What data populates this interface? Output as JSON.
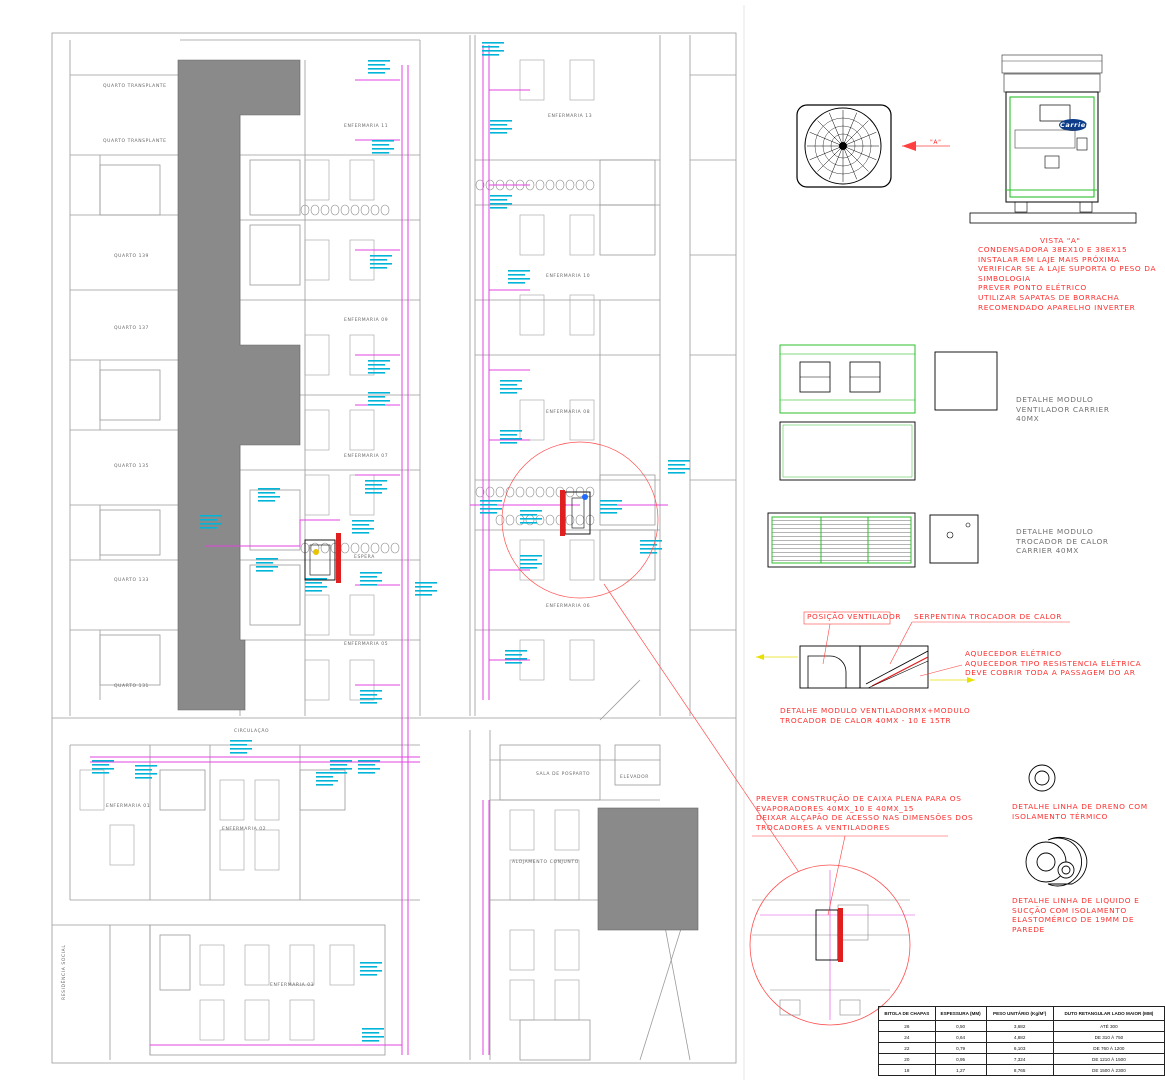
{
  "rooms": {
    "quarto_transplante_1": "QUARTO TRANSPLANTE",
    "quarto_transplante_2": "QUARTO TRANSPLANTE",
    "quarto_139": "QUARTO 139",
    "quarto_137": "QUARTO 137",
    "quarto_135": "QUARTO 135",
    "quarto_133": "QUARTO 133",
    "quarto_131": "QUARTO 131",
    "enfermaria_11": "ENFERMARIA 11",
    "enfermaria_09": "ENFERMARIA 09",
    "enfermaria_07": "ENFERMARIA 07",
    "enfermaria_05": "ENFERMARIA 05",
    "enfermaria_13": "ENFERMARIA 13",
    "enfermaria_10": "ENFERMARIA 10",
    "enfermaria_08": "ENFERMARIA 08",
    "enfermaria_06": "ENFERMARIA 06",
    "enfermaria_01": "ENFERMARIA 01",
    "enfermaria_03": "ENFERMARIA 03",
    "enfermaria_02": "ENFERMARIA 02",
    "espera": "ESPERA",
    "circulacao": "CIRCULAÇÃO",
    "sala_posparto": "SALA DE POSPARTO",
    "alojamento": "ALOJAMENTO CONJUNTO",
    "elevador": "ELEVADOR",
    "residencia": "RESIDÊNCIA SOCIAL"
  },
  "title_vista_a": "VISTA \"A\"",
  "arrow_a": "\"A\"",
  "brand": "Carrier",
  "notes": {
    "vista_a": [
      "CONDENSADORA 38EX10 E 38EX15",
      "INSTALAR EM LAJE MAIS PRÓXIMA",
      "VERIFICAR SE A LAJE SUPORTA O PESO DA",
      "SIMBOLOGIA",
      "PREVER PONTO ELÉTRICO",
      "UTILIZAR SAPATAS DE BORRACHA",
      "RECOMENDADO APARELHO INVERTER"
    ],
    "ventilador": [
      "DETALHE MODULO",
      "VENTILADOR CARRIER",
      "40MX"
    ],
    "trocador": [
      "DETALHE MODULO",
      "TROCADOR DE CALOR",
      "CARRIER 40MX"
    ],
    "posicao_ventilador": "POSIÇÃO VENTILADOR",
    "serpentina": "SERPENTINA TROCADOR DE CALOR",
    "aquecedor": [
      "AQUECEDOR ELÉTRICO",
      "AQUECEDOR TIPO RESISTENCIA ELÉTRICA",
      "DEVE COBRIR TODA A PASSAGEM DO AR"
    ],
    "modulo_combo": [
      "DETALHE MODULO VENTILADORMX+MODULO",
      "TROCADOR DE CALOR 40MX - 10 E 15TR"
    ],
    "caixa_plena": [
      "PREVER CONSTRUÇÃO DE CAIXA PLENA PARA OS",
      "EVAPORADORES 40MX_10 E 40MX_15",
      "DEIXAR ALÇAPÃO DE ACESSO NAS DIMENSÕES DOS",
      "TROCADORES A VENTILADORES"
    ],
    "dreno": [
      "DETALHE LINHA DE DRENO COM",
      "ISOLAMENTO TÉRMICO"
    ],
    "liquido": [
      "DETALHE LINHA DE LIQUIDO E",
      "SUCÇÃO COM ISOLAMENTO",
      "ELASTOMÉRICO DE 19MM DE",
      "PAREDE"
    ]
  },
  "table": {
    "headers": [
      "BITOLA DE CHAPAS",
      "ESPESSURA (MM)",
      "PESO UNITÁRIO (Kg/M²)",
      "DUTO RETANGULAR LADO MAIOR (MM)"
    ],
    "rows": [
      [
        "26",
        "0,50",
        "3,682",
        "ATÉ 300"
      ],
      [
        "24",
        "0,64",
        "4,882",
        "DE 310 À 750"
      ],
      [
        "22",
        "0,79",
        "6,103",
        "DE 760 À 1200"
      ],
      [
        "20",
        "0,95",
        "7,324",
        "DE 1210 À 1500"
      ],
      [
        "18",
        "1,27",
        "8,765",
        "DE 1500 À 2300"
      ]
    ]
  }
}
